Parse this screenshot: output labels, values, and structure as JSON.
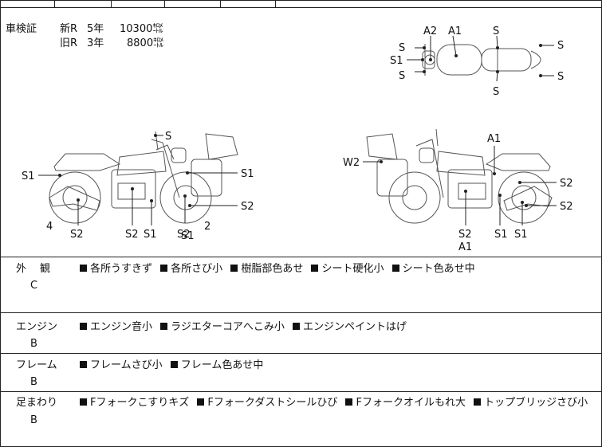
{
  "inspection": {
    "label": "車検証",
    "rows": [
      {
        "type": "新R",
        "years": "5年",
        "price": "10300㌖"
      },
      {
        "type": "旧R",
        "years": "3年",
        "price": "8800㌖"
      }
    ]
  },
  "diagram_labels": {
    "top_view": [
      "A2",
      "A1",
      "S",
      "S",
      "S1",
      "S",
      "S",
      "S",
      "S"
    ],
    "left_view": [
      "S",
      "S1",
      "S1",
      "S1",
      "S2",
      "4",
      "S2",
      "S2",
      "S1",
      "S2",
      "2"
    ],
    "right_view": [
      "A1",
      "W2",
      "S2",
      "S2",
      "S2",
      "A1",
      "S1",
      "S1"
    ]
  },
  "sections": [
    {
      "category": "外　観",
      "grade": "C",
      "items": [
        "各所うすきず",
        "各所さび小",
        "樹脂部色あせ",
        "シート硬化小",
        "シート色あせ中"
      ]
    },
    {
      "category": "エンジン",
      "grade": "B",
      "items": [
        "エンジン音小",
        "ラジエターコアへこみ小",
        "エンジンペイントはげ"
      ]
    },
    {
      "category": "フレーム",
      "grade": "B",
      "items": [
        "フレームさび小",
        "フレーム色あせ中"
      ]
    },
    {
      "category": "足まわり",
      "grade": "B",
      "items": [
        "Fフォークこすりキズ",
        "Fフォークダストシールひび",
        "Fフォークオイルもれ大",
        "トップブリッジさび小"
      ]
    }
  ]
}
